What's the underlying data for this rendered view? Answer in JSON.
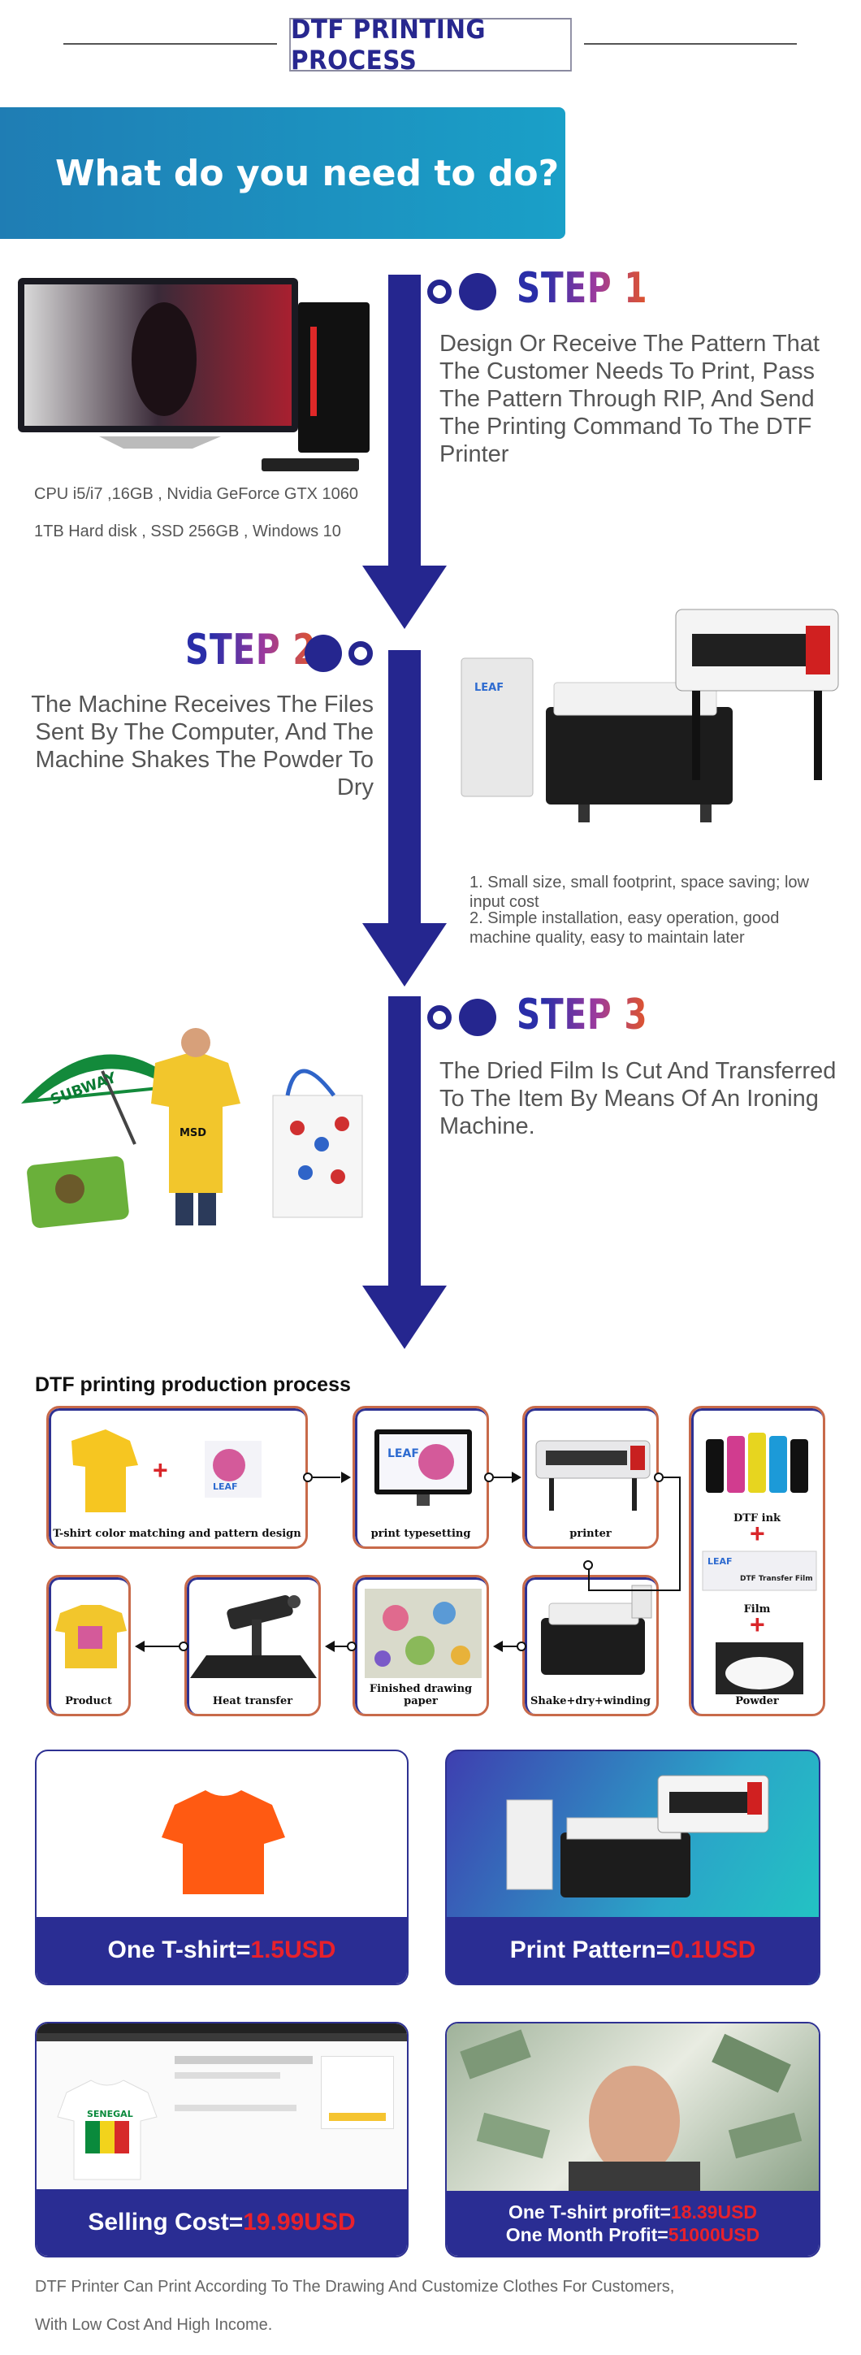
{
  "header": {
    "title": "DTF PRINTING PROCESS"
  },
  "banner": {
    "text": "What do you need to do?"
  },
  "step1": {
    "title": "STEP 1",
    "text": "Design Or Receive The Pattern That The Customer Needs To Print, Pass The Pattern Through RIP, And Send The Printing Command To The DTF Printer",
    "specs_line1": "CPU i5/i7 ,16GB , Nvidia GeForce GTX 1060",
    "specs_line2": "1TB Hard disk ,  SSD 256GB , Windows 10"
  },
  "step2": {
    "title": "STEP 2",
    "text": "The Machine Receives The Files Sent By The Computer, And The Machine Shakes The Powder To Dry",
    "note1": "1. Small size, small footprint, space saving; low input cost",
    "note2": "2. Simple installation, easy operation, good machine quality, easy to maintain later",
    "brand": "LEAF"
  },
  "step3": {
    "title": "STEP 3",
    "text": "The Dried Film Is Cut And Transferred To The Item By Means Of An Ironing Machine.",
    "umbrella_brand": "SUBWAY",
    "shirt_print": "MSD"
  },
  "process": {
    "title": "DTF printing production process",
    "steps": [
      {
        "label": "T-shirt color matching and pattern design"
      },
      {
        "label": "print typesetting"
      },
      {
        "label": "printer"
      },
      {
        "label": "DTF ink"
      },
      {
        "label": "Film"
      },
      {
        "label": "Powder"
      },
      {
        "label": "Shake+dry+winding"
      },
      {
        "label": "Finished drawing paper"
      },
      {
        "label": "Heat transfer"
      },
      {
        "label": "Product"
      }
    ],
    "film_text": "DTF Transfer Film",
    "brand": "LEAF"
  },
  "costs": {
    "tshirt": {
      "label": "One T-shirt=",
      "value": "1.5USD"
    },
    "pattern": {
      "label": "Print Pattern=",
      "value": "0.1USD"
    },
    "selling": {
      "label": "Selling Cost=",
      "value": "19.99USD"
    },
    "profit1": {
      "label": "One T-shirt profit=",
      "value": "18.39USD"
    },
    "profit2": {
      "label": "One Month Profit=",
      "value": "51000USD"
    },
    "shirt_print": "SENEGAL"
  },
  "footer": {
    "line1": "DTF Printer Can Print According To The Drawing And Customize Clothes For Customers,",
    "line2": "With Low Cost And High Income."
  },
  "colors": {
    "navy": "#25268f",
    "banner": "#1a8fc0",
    "accent_red": "#e8212b",
    "orange_border": "#c86a4a"
  }
}
